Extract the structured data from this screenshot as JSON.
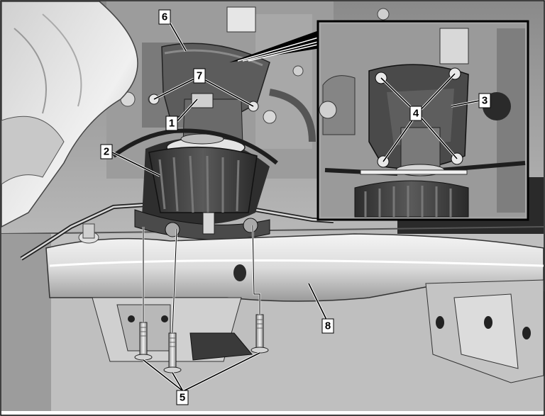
{
  "callouts": [
    {
      "id": "1",
      "label": "1"
    },
    {
      "id": "2",
      "label": "2"
    },
    {
      "id": "3",
      "label": "3"
    },
    {
      "id": "4",
      "label": "4"
    },
    {
      "id": "5",
      "label": "5"
    },
    {
      "id": "6",
      "label": "6"
    },
    {
      "id": "7",
      "label": "7"
    },
    {
      "id": "8",
      "label": "8"
    }
  ],
  "colors": {
    "line": "#000000",
    "metal_light": "#e2e2e2",
    "metal_mid": "#b4b4b4",
    "metal_dark": "#5a5a5a",
    "rubber": "#3a3a3a",
    "background": "#ffffff"
  }
}
